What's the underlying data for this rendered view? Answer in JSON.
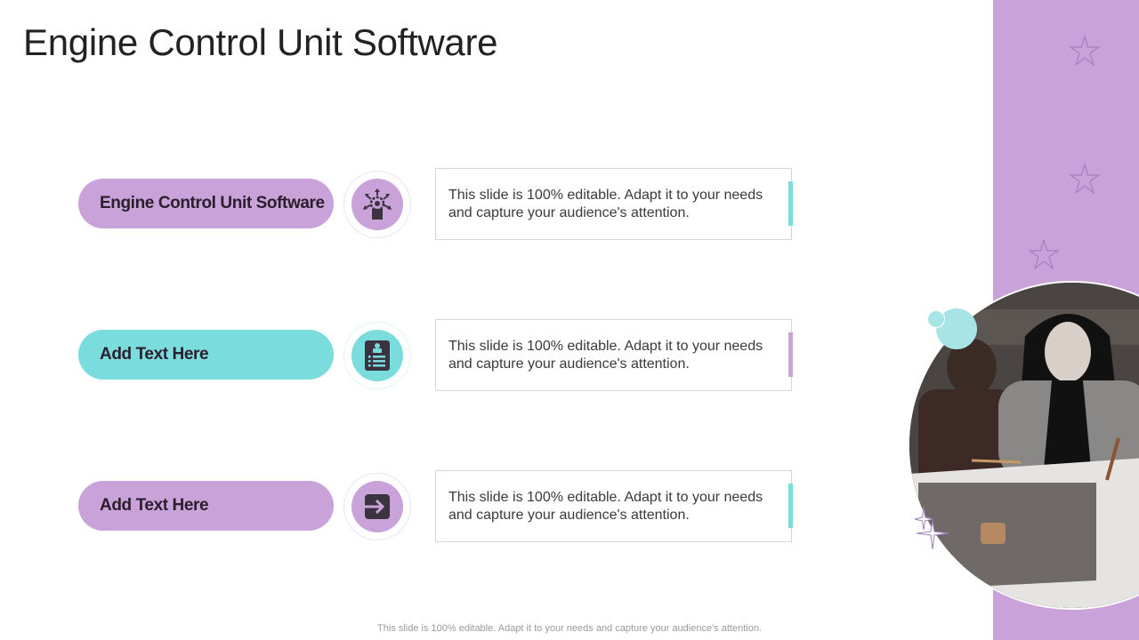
{
  "slide": {
    "title": "Engine Control Unit Software",
    "footer": "This slide is 100% editable. Adapt it to your needs and capture your audience's attention."
  },
  "colors": {
    "purple": "#c8a2d8",
    "teal": "#7adcdc",
    "icon_dark": "#3b3440",
    "text_dark": "#222222"
  },
  "rows": [
    {
      "label": "Engine Control Unit Software",
      "color": "purple",
      "icon": "settings-gear-person-icon",
      "description": "This slide is 100% editable. Adapt it to your needs and capture your audience's attention.",
      "accent": "teal"
    },
    {
      "label": "Add Text Here",
      "color": "teal",
      "icon": "profile-document-icon",
      "description": "This slide is 100% editable. Adapt it to your needs and capture your audience's attention.",
      "accent": "purple"
    },
    {
      "label": "Add Text Here",
      "color": "purple",
      "icon": "login-arrow-icon",
      "description": "This slide is 100% editable. Adapt it to your needs and capture your audience's attention.",
      "accent": "teal"
    }
  ],
  "decor": {
    "photo": "people-working-at-laptop-photo",
    "stars": 3
  }
}
